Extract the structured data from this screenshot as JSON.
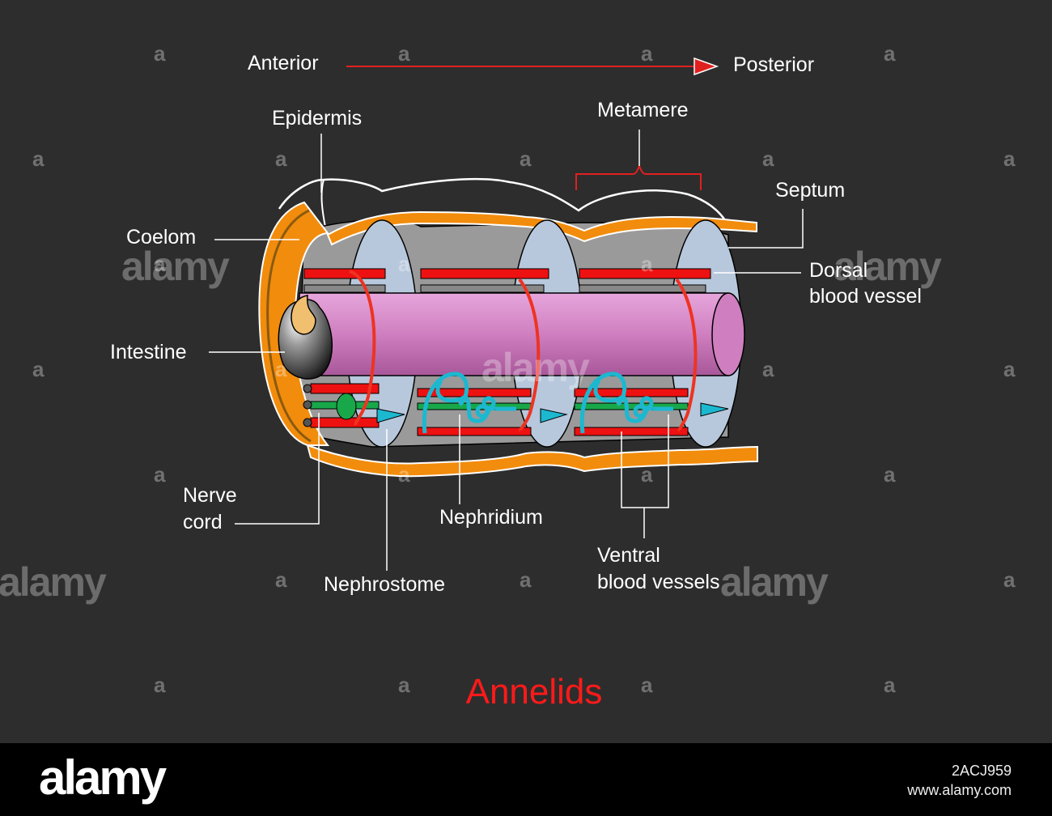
{
  "title": "Annelids",
  "direction": {
    "from": "Anterior",
    "to": "Posterior"
  },
  "labels": {
    "epidermis": "Epidermis",
    "metamere": "Metamere",
    "septum": "Septum",
    "coelom": "Coelom",
    "dorsal_1": "Dorsal",
    "dorsal_2": "blood vessel",
    "intestine": "Intestine",
    "nerve_1": "Nerve",
    "nerve_2": "cord",
    "nephridium": "Nephridium",
    "nephrostome": "Nephrostome",
    "ventral_1": "Ventral",
    "ventral_2": "blood vessels"
  },
  "watermark": {
    "letter": "a",
    "brand": "alamy"
  },
  "footer": {
    "brand": "alamy",
    "image_id": "2ACJ959",
    "site": "www.alamy.com"
  },
  "colors": {
    "background": "#2d2d2d",
    "muscle": "#f28c0c",
    "coelom": "#9a9a9a",
    "septum": "#b8c8dc",
    "intestine": "#cf7fbf",
    "blood": "#ee1111",
    "nerve": "#18a84a",
    "nephridium": "#1cb8d0",
    "title": "#ff1a1a"
  }
}
